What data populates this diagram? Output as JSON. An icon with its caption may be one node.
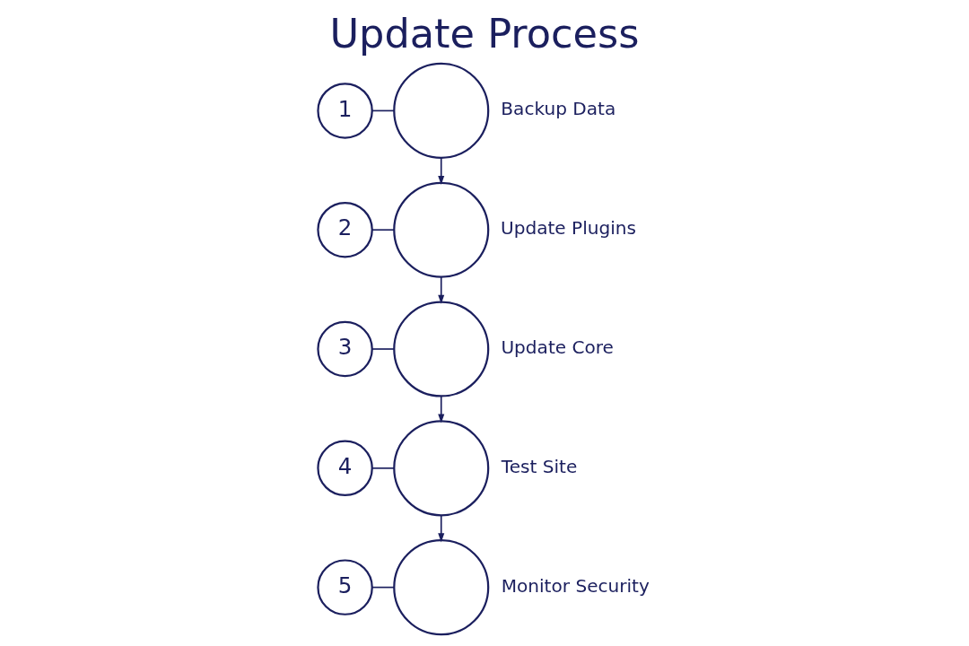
{
  "diagram": {
    "title": "Update Process",
    "nodes": [
      {
        "text": [
          "1"
        ]
      },
      {
        "text": [],
        "shape": "circle",
        "beside": [
          "Backup Data"
        ]
      },
      {
        "text": [
          "2"
        ]
      },
      {
        "text": [],
        "shape": "circle",
        "beside": [
          "Update Plugins"
        ]
      },
      {
        "text": [
          "3"
        ]
      },
      {
        "text": [],
        "shape": "circle",
        "beside": [
          "Update Core"
        ]
      },
      {
        "text": [
          "4"
        ]
      },
      {
        "text": [],
        "shape": "circle",
        "beside": [
          "Test Site"
        ]
      },
      {
        "text": [
          "5"
        ]
      },
      {
        "text": [],
        "shape": "circle",
        "beside": [
          "Monitor Security"
        ]
      }
    ],
    "edges": [
      {
        "from": 0,
        "to": 1,
        "arrow": "none"
      },
      {
        "from": 1,
        "to": 3,
        "arrow": "to"
      },
      {
        "from": 2,
        "to": 3,
        "arrow": "none"
      },
      {
        "from": 3,
        "to": 5,
        "arrow": "to"
      },
      {
        "from": 4,
        "to": 5,
        "arrow": "none"
      },
      {
        "from": 5,
        "to": 7,
        "arrow": "to"
      },
      {
        "from": 6,
        "to": 7,
        "arrow": "none"
      },
      {
        "from": 7,
        "to": 9,
        "arrow": "to"
      },
      {
        "from": 8,
        "to": 9,
        "arrow": "none"
      }
    ]
  }
}
